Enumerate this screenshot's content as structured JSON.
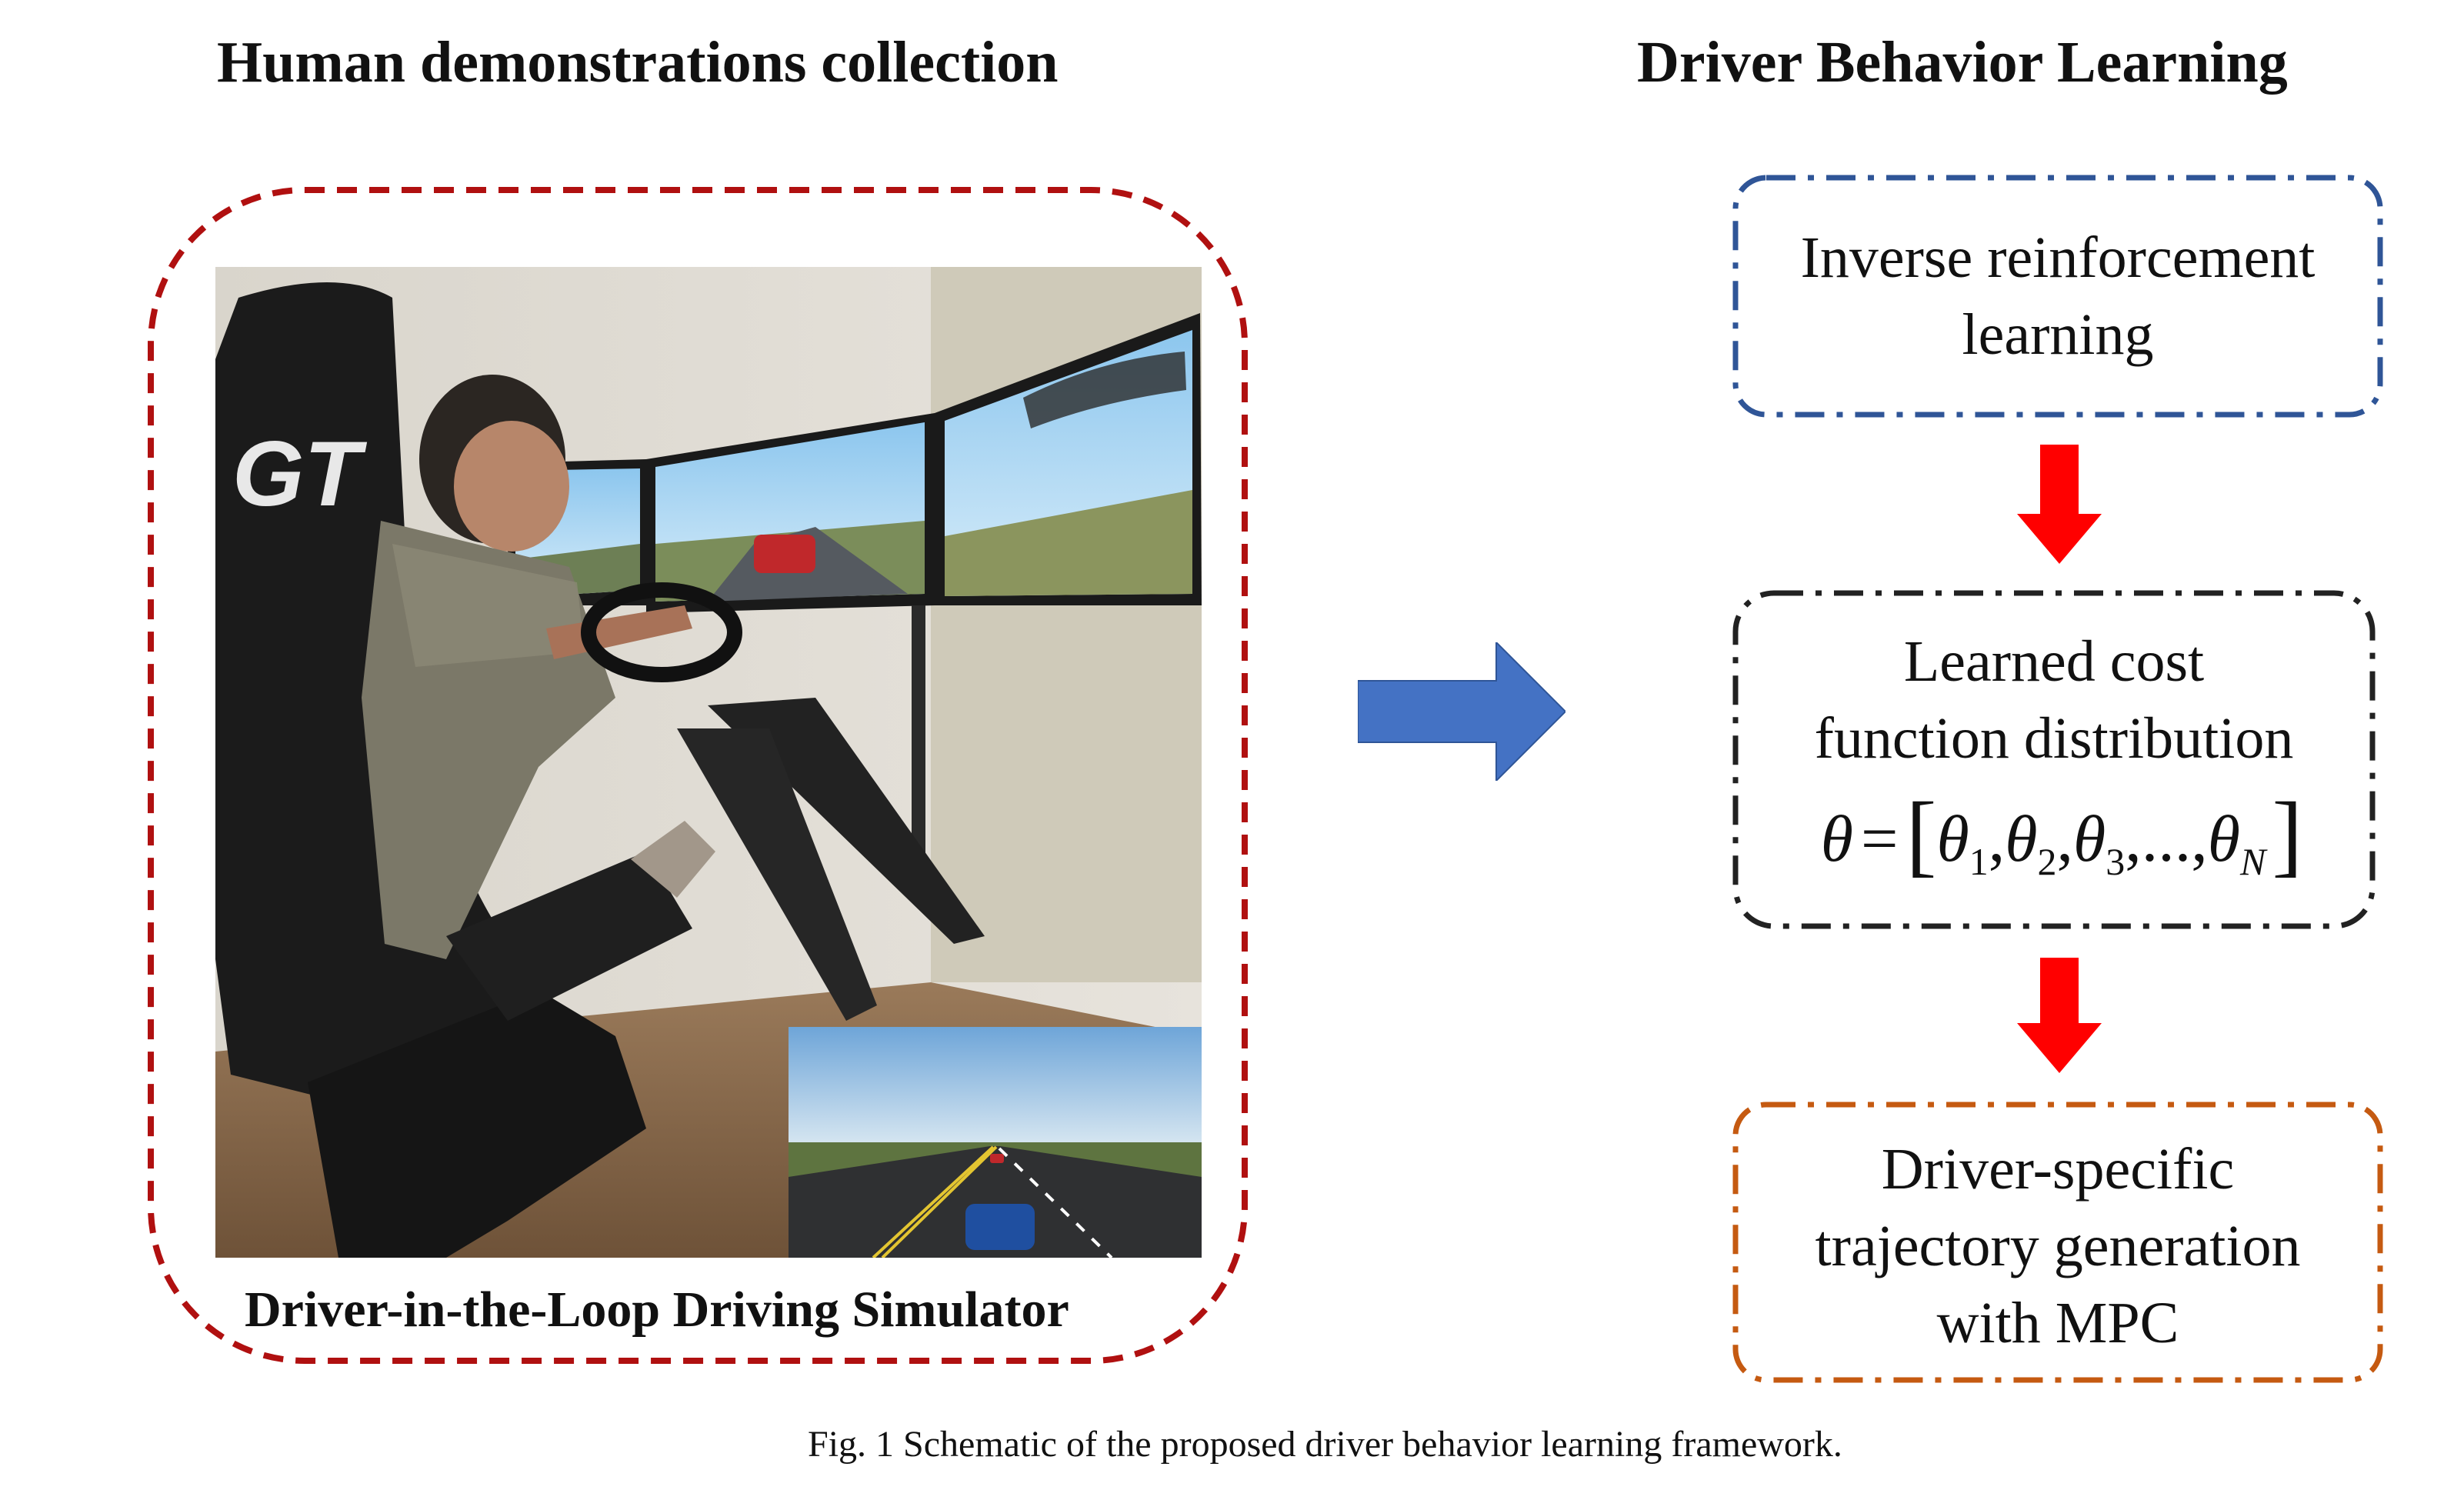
{
  "left_panel": {
    "heading": "Human demonstrations collection",
    "photo_label": "Driver-in-the-Loop Driving Simulator",
    "seat_logo": "GT"
  },
  "right_panel": {
    "heading": "Driver Behavior Learning",
    "step1": {
      "line1": "Inverse reinforcement",
      "line2": "learning"
    },
    "step2": {
      "line1": "Learned cost",
      "line2": "function distribution",
      "formula": {
        "lhs": "θ",
        "eq": "=",
        "t1": "θ",
        "s1": "1",
        "t2": "θ",
        "s2": "2",
        "t3": "θ",
        "s3": "3",
        "dots": "...",
        "tn": "θ",
        "sn": "N"
      }
    },
    "step3": {
      "line1": "Driver-specific",
      "line2": "trajectory generation",
      "line3": "with MPC"
    }
  },
  "caption": "Fig. 1 Schematic of the proposed driver behavior learning framework.",
  "colors": {
    "left_frame": "#b01010",
    "box1": "#2f5597",
    "box2": "#222222",
    "box3": "#c55a11",
    "big_arrow": "#4472c4",
    "small_arrows": "#ff0000"
  }
}
